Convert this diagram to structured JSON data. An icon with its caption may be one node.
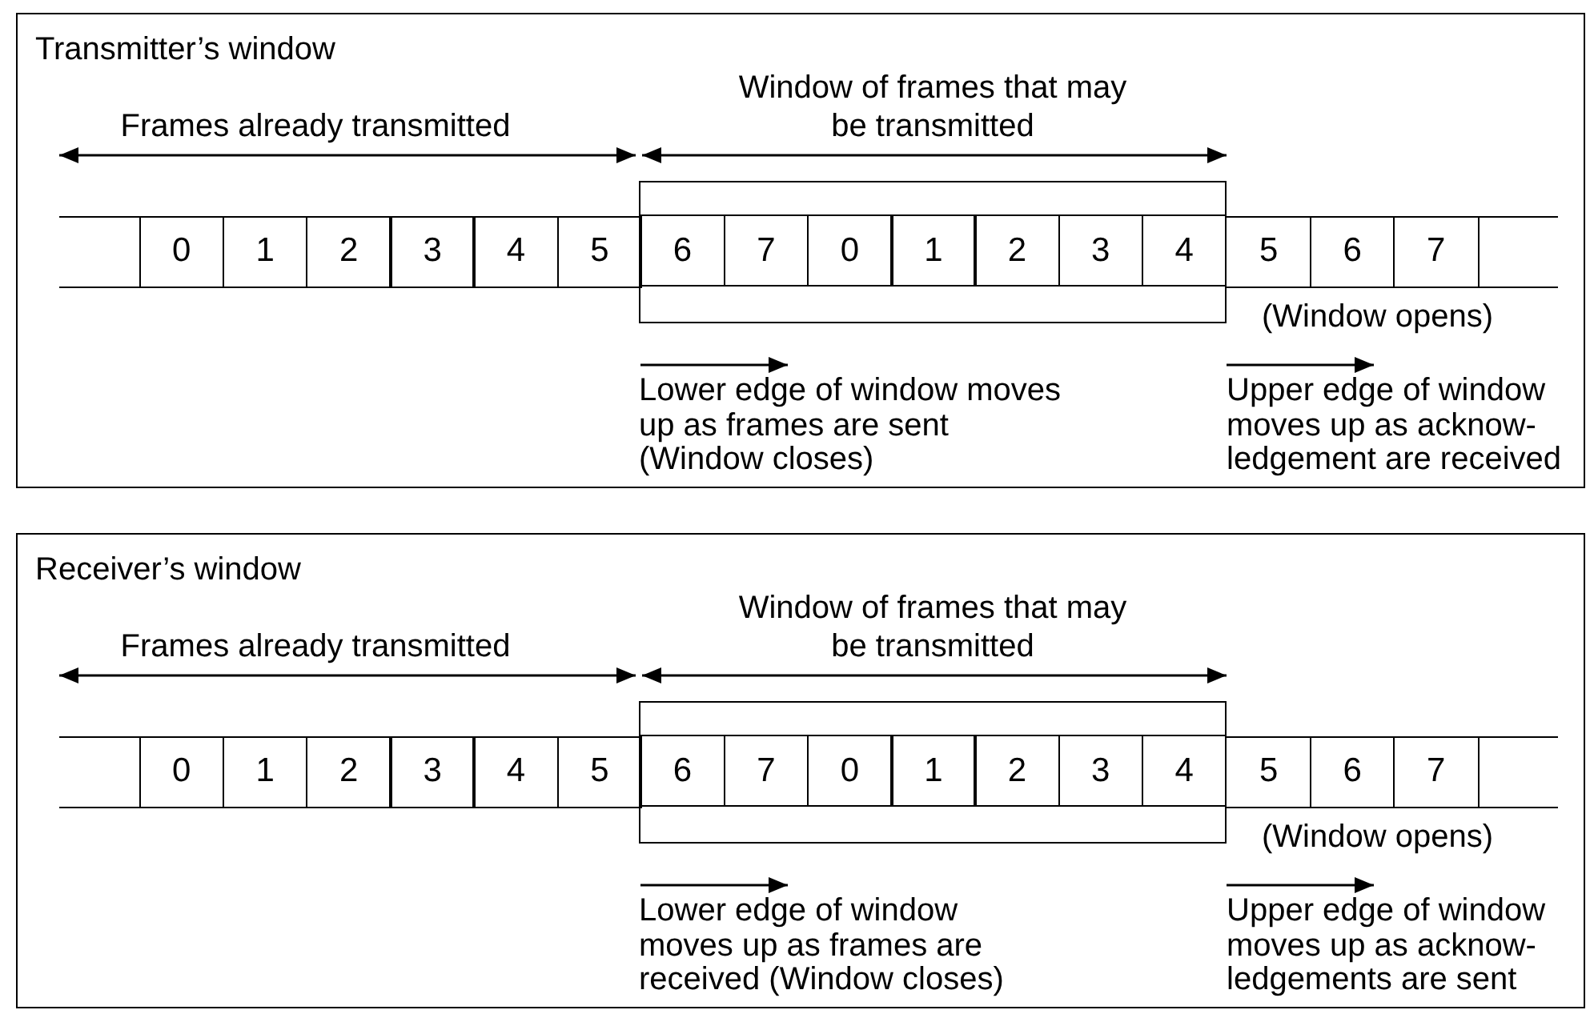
{
  "diagram": {
    "nodes": [
      {
        "text": [
          "Transmitter’s window"
        ]
      },
      {
        "text": [],
        "shape": "box",
        "in": 0
      },
      {
        "text": [
          "0"
        ],
        "in": 0
      },
      {
        "text": [
          "1"
        ],
        "in": 0
      },
      {
        "text": [
          "2"
        ],
        "in": 0
      },
      {
        "text": [
          "3"
        ],
        "in": 0
      },
      {
        "text": [
          "4"
        ],
        "in": 0
      },
      {
        "text": [
          "5"
        ],
        "in": 0
      },
      {
        "text": [],
        "shape": "box",
        "in": 0
      },
      {
        "text": [
          "6"
        ],
        "in": 8
      },
      {
        "text": [
          "7"
        ],
        "in": 8
      },
      {
        "text": [
          "0"
        ],
        "in": 8
      },
      {
        "text": [
          "1"
        ],
        "in": 8
      },
      {
        "text": [
          "2"
        ],
        "in": 8
      },
      {
        "text": [
          "3"
        ],
        "in": 8
      },
      {
        "text": [
          "4"
        ],
        "in": 8
      },
      {
        "text": [
          "5"
        ],
        "in": 0
      },
      {
        "text": [
          "6"
        ],
        "in": 0
      },
      {
        "text": [
          "7"
        ],
        "in": 0
      },
      {
        "text": [],
        "shape": "box",
        "in": 0
      },
      {
        "text": [
          "Receiver’s window"
        ]
      },
      {
        "text": [],
        "shape": "box",
        "in": 20
      },
      {
        "text": [
          "0"
        ],
        "in": 20
      },
      {
        "text": [
          "1"
        ],
        "in": 20
      },
      {
        "text": [
          "2"
        ],
        "in": 20
      },
      {
        "text": [
          "3"
        ],
        "in": 20
      },
      {
        "text": [
          "4"
        ],
        "in": 20
      },
      {
        "text": [
          "5"
        ],
        "in": 20
      },
      {
        "text": [],
        "shape": "box",
        "in": 20
      },
      {
        "text": [
          "6"
        ],
        "in": 28
      },
      {
        "text": [
          "7"
        ],
        "in": 28
      },
      {
        "text": [
          "0"
        ],
        "in": 28
      },
      {
        "text": [
          "1"
        ],
        "in": 28
      },
      {
        "text": [
          "2"
        ],
        "in": 28
      },
      {
        "text": [
          "3"
        ],
        "in": 28
      },
      {
        "text": [
          "4"
        ],
        "in": 28
      },
      {
        "text": [
          "5"
        ],
        "in": 20
      },
      {
        "text": [
          "6"
        ],
        "in": 20
      },
      {
        "text": [
          "7"
        ],
        "in": 20
      },
      {
        "text": [],
        "shape": "box",
        "in": 20
      }
    ],
    "labels": [
      "Frames already transmitted",
      "Window of frames that may be transmitted",
      "(Window opens)",
      "Lower edge of window moves up as frames are sent (Window closes)",
      "Upper edge of window moves up as acknow-ledgement are received",
      "Frames already transmitted",
      "Window of frames that may be transmitted",
      "(Window opens)",
      "Lower edge of window moves up as frames are received (Window closes)",
      "Upper edge of window moves up as acknow-ledgements are sent"
    ]
  }
}
